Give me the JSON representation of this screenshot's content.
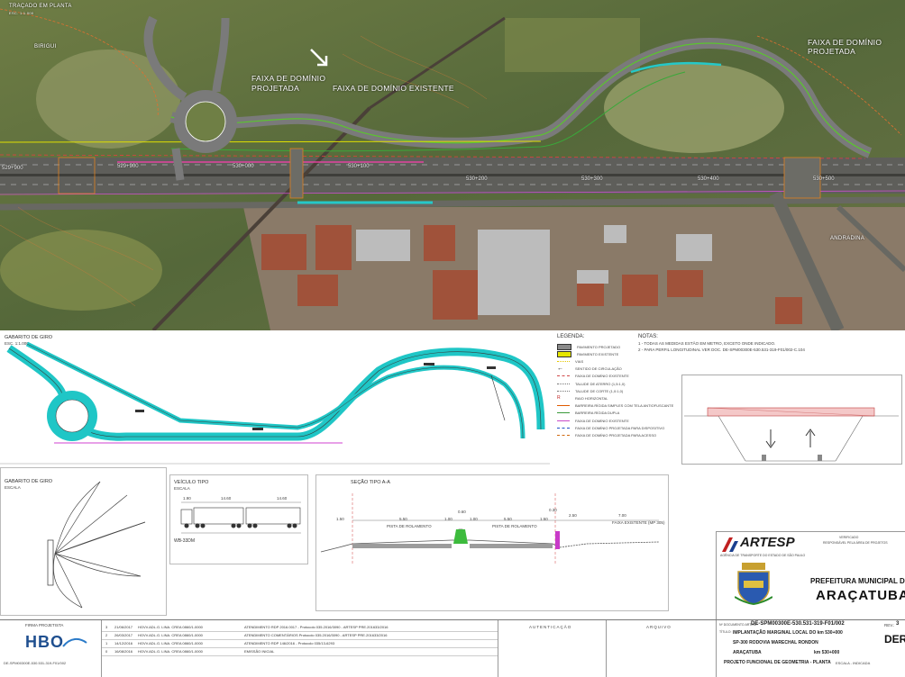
{
  "aerial": {
    "title": "TRAÇADO EM PLANTA",
    "scale": "ESC. 1:1.000",
    "labels": {
      "faixa_projetada_left": [
        "FAIXA DE DOMÍNIO",
        "PROJETADA"
      ],
      "faixa_existente": "FAIXA DE DOMÍNIO EXISTENTE",
      "faixa_projetada_right": [
        "FAIXA DE DOMÍNIO",
        "PROJETADA"
      ],
      "birigui": "BIRIGUI",
      "andradina": "ANDRADINA"
    },
    "stations": [
      "529+900",
      "529+900",
      "530+000",
      "530+100",
      "530+200",
      "530+300",
      "530+400",
      "530+500"
    ]
  },
  "gabarito_giro_top": {
    "title": "GABARITO DE GIRO",
    "scale": "ESC. 1:1.000"
  },
  "legend": {
    "title": "LEGENDA:",
    "items": [
      {
        "label": "PAVIMENTO PROJETADO",
        "color": "#8a8a8a",
        "kind": "fill"
      },
      {
        "label": "PAVIMENTO EXISTENTE",
        "color": "#e6e600",
        "kind": "fill"
      },
      {
        "label": "VIAS",
        "color": "#e6c800",
        "kind": "dots"
      },
      {
        "label": "SENTIDO DE CIRCULAÇÃO",
        "color": "#000000",
        "kind": "arrow"
      },
      {
        "label": "FAIXA DE DOMÍNIO EXISTENTE",
        "color": "#d04a4a",
        "kind": "dash"
      },
      {
        "label": "TALUDE DE ATERRO (1,5:1,0)",
        "color": "#777777",
        "kind": "ticks"
      },
      {
        "label": "TALUDE DE CORTE (1,0:1,0)",
        "color": "#777777",
        "kind": "ticks"
      },
      {
        "label": "RAIO HORIZONTAL",
        "color": "#c02020",
        "kind": "text"
      },
      {
        "label": "BARREIRA RÍGIDA SIMPLES COM TELA ANTIOFUSCANTE",
        "color": "#e05a00",
        "kind": "line"
      },
      {
        "label": "BARREIRA RÍGIDA DUPLA",
        "color": "#3a9a3a",
        "kind": "line"
      },
      {
        "label": "FAIXA DE DOMÍNIO EXISTENTE",
        "color": "#c84ac8",
        "kind": "line"
      },
      {
        "label": "FAIXA DE DOMÍNIO PROJETADA PARA DISPOSITIVO",
        "color": "#2050c8",
        "kind": "dash"
      },
      {
        "label": "FAIXA DE DOMÍNIO PROJETADA PARA ACESSO",
        "color": "#d06a10",
        "kind": "dash"
      }
    ]
  },
  "notes": {
    "title": "NOTAS:",
    "items": [
      "1 - TODAS AS MEDIDAS ESTÃO EM METRO, EXCETO ONDE INDICADO.",
      "2 - PARA PERFIL LONGITUDINAL VER DOC. DE-SPM00300E-530.531-319-F01/002-C.104"
    ]
  },
  "gabarito_giro_bottom": {
    "title": "GABARITO DE GIRO",
    "scale": "ESCALA"
  },
  "veiculo_tipo": {
    "title": "VEÍCULO TIPO",
    "scale": "ESCALA",
    "name": "WB-33DM",
    "dims": [
      "1.90",
      "14.60",
      "14.60"
    ]
  },
  "secao_tipo": {
    "title": "SEÇÃO TIPO A-A",
    "dims": [
      "1.50",
      "5.50",
      "1.00",
      "0.60",
      "1.00",
      "5.50",
      "1.50",
      "0.30",
      "2.50",
      "7.00"
    ],
    "labels": [
      "PISTA DE ROLAMENTO",
      "PISTA DE ROLAMENTO",
      "FAIXA EXISTENTE (MP 305)"
    ]
  },
  "artesp": {
    "logo": "ARTESP",
    "sub": "AGÊNCIA DE TRANSPORTE DO ESTADO DE SÃO PAULO",
    "verificado": "VERIFICADO",
    "responsavel": "RESPONSÁVEL PELA ÁREA DE PROJETOS",
    "prefeitura": "PREFEITURA MUNICIPAL DE",
    "city": "ARAÇATUBA"
  },
  "title_block": {
    "firma_projetista": "FIRMA PROJETISTA",
    "hbo": "HBO",
    "doc_code_footer": "DE-SPM00300E-530.531-319-F01/002",
    "autenticacao": "AUTENTICAÇÃO",
    "arquivo": "ARQUIVO",
    "doc_label": "Nº DOCUMENTO ARTESP:",
    "doc_code": "DE-SPM00300E-530.531-319-F01/002",
    "rev_label": "REV.:",
    "rev": "3",
    "titulo_label": "TÍTULO:",
    "titulo": "IMPLANTAÇÃO MARGINAL LOCAL DO km 530+000",
    "rodovia": "SP-300 RODOVIA MARECHAL RONDON",
    "trecho": "ARAÇATUBA",
    "km": "km 530+000",
    "projeto": "PROJETO FUNCIONAL DE GEOMETRIA - PLANTA",
    "escala": "ESCALA - INDICADA",
    "right_code": "DER",
    "revisions": [
      {
        "n": "3",
        "date": "21/06/2017",
        "by": "HGVV.ADL.G. LINA. CREA 0860/1-0000",
        "desc": "ATENDIMENTO RDP 2016.0017 - Protocolo 035.2016/3090 - ARTESP PRE.201633/2016"
      },
      {
        "n": "2",
        "date": "26/03/2017",
        "by": "HGVV.ADL.G. LINA. CREA 0860/1-0000",
        "desc": "ATENDIMENTO COMENTÁRIOS Protocolo 035.2016/3090 - ARTESP PRE.201633/2016"
      },
      {
        "n": "1",
        "date": "14/12/2016",
        "by": "HGVV.ADL.G. LINA. CREA 0860/1-0000",
        "desc": "ATENDIMENTO RDP 146/2016 - Protocolo 035/13-6293"
      },
      {
        "n": "0",
        "date": "16/08/2016",
        "by": "HGVV.ADL.G. LINA. CREA 0860/1-0000",
        "desc": "EMISSÃO INICIAL"
      }
    ]
  }
}
